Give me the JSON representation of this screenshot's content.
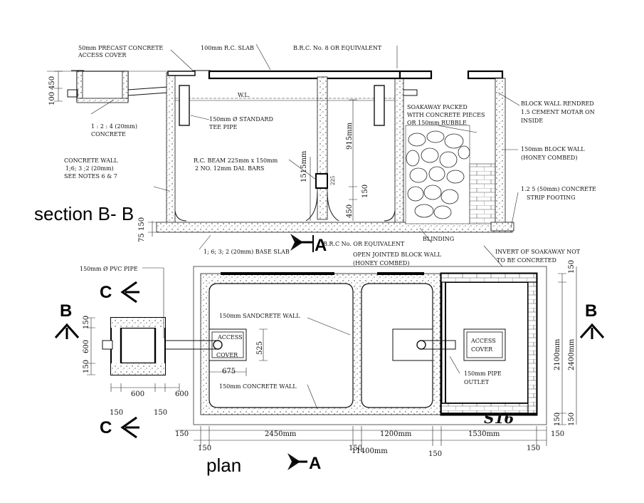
{
  "section_title": "section  B- B",
  "plan_title": "plan",
  "section_labels": {
    "precast_cover": "50mm PRECAST CONCRETE",
    "precast_cover_2": "ACCESS COVER",
    "rc_slab": "100mm R.C. SLAB",
    "brc_top": "B.R.C. No. 8 OR EQUIVALENT",
    "block_wall_rendered": "BLOCK WALL RENDRED",
    "block_wall_rendered_2": "1.5 CEMENT MOTAR ON",
    "block_wall_rendered_3": "INSIDE",
    "block_wall_150": "150mm BLOCK WALL",
    "block_wall_150_2": "(HONEY COMBED)",
    "strip_footing": "1.2 5 (50mm) CONCRETE",
    "strip_footing_2": "STRIP  FOOTING",
    "soakaway": "SOAKAWAY PACKED",
    "soakaway_2": "WITH CONCRETE PIECES",
    "soakaway_3": "OR 150mm RUBBLE",
    "tee_pipe": "150mm Ø STANDARD",
    "tee_pipe_2": "TEE PIPE",
    "concrete_mix": "1 : 2 : 4 (20mm)",
    "concrete_mix_2": "CONCRETE",
    "concrete_wall": "CONCRETE WALL",
    "concrete_wall_2": "1;6; 3 ;2 (20mm)",
    "concrete_wall_3": "SEE  NOTES 6 & 7",
    "rc_beam": "R.C. BEAM  225mm x 150mm",
    "rc_beam_2": "2 NO. 12mm DAI. BARS",
    "wl": "W.L.",
    "base_slab": "1; 6; 3; 2 (20mm) BASE SLAB",
    "brc_bottom": "B.R.C No. OR EQUIVALENT",
    "blinding": "BLINDING",
    "open_jointed": "OPEN JOINTED BLOCK WALL",
    "open_jointed_2": "(HONEY COMBED)",
    "invert": "INVERT OF SOAKAWAY NOT",
    "invert_2": "TO BE  CONCRETED",
    "dim_450": "450",
    "dim_100": "100",
    "dim_915": "915mm",
    "dim_1515": "1515mm",
    "dim_225": "225",
    "dim_150": "150",
    "dim_450b": "450",
    "dim_75": "75",
    "dim_150b": "150"
  },
  "plan_labels": {
    "pvc_pipe": "150mm Ø PVC PIPE",
    "sandcrete": "150mm SANDCRETE WALL",
    "concrete_wall": "150mm  CONCRETE WALL",
    "access_cover_1": "ACCESS",
    "access_cover_1b": "COVER",
    "access_cover_2": "ACCESS",
    "access_cover_2b": "COVER",
    "pipe_outlet": "150mm PIPE",
    "pipe_outlet_2": "OUTLET",
    "s16": "S16"
  },
  "plan_dims": {
    "d600_left": "600",
    "d150_a": "150",
    "d150_b": "150",
    "d600_bot": "600",
    "d600_bot2": "600",
    "d150_c": "150",
    "d150_d": "150",
    "d525": "525",
    "d675": "675",
    "d2450": "2450mm",
    "d1200": "1200mm",
    "d1530": "1530mm",
    "d11400": "11400mm",
    "d150_e": "150",
    "d150_f": "150",
    "d150_g": "150",
    "d150_h": "150",
    "d150_i": "150",
    "d150_j": "150",
    "d2100": "2100mm",
    "d2400": "2400mm",
    "d150_k": "150",
    "d150_l": "150",
    "d150_m": "150"
  },
  "section_markers": {
    "a_top": "A",
    "a_bottom": "A",
    "b_left": "B",
    "b_right": "B",
    "c_top": "C",
    "c_bottom": "C"
  }
}
